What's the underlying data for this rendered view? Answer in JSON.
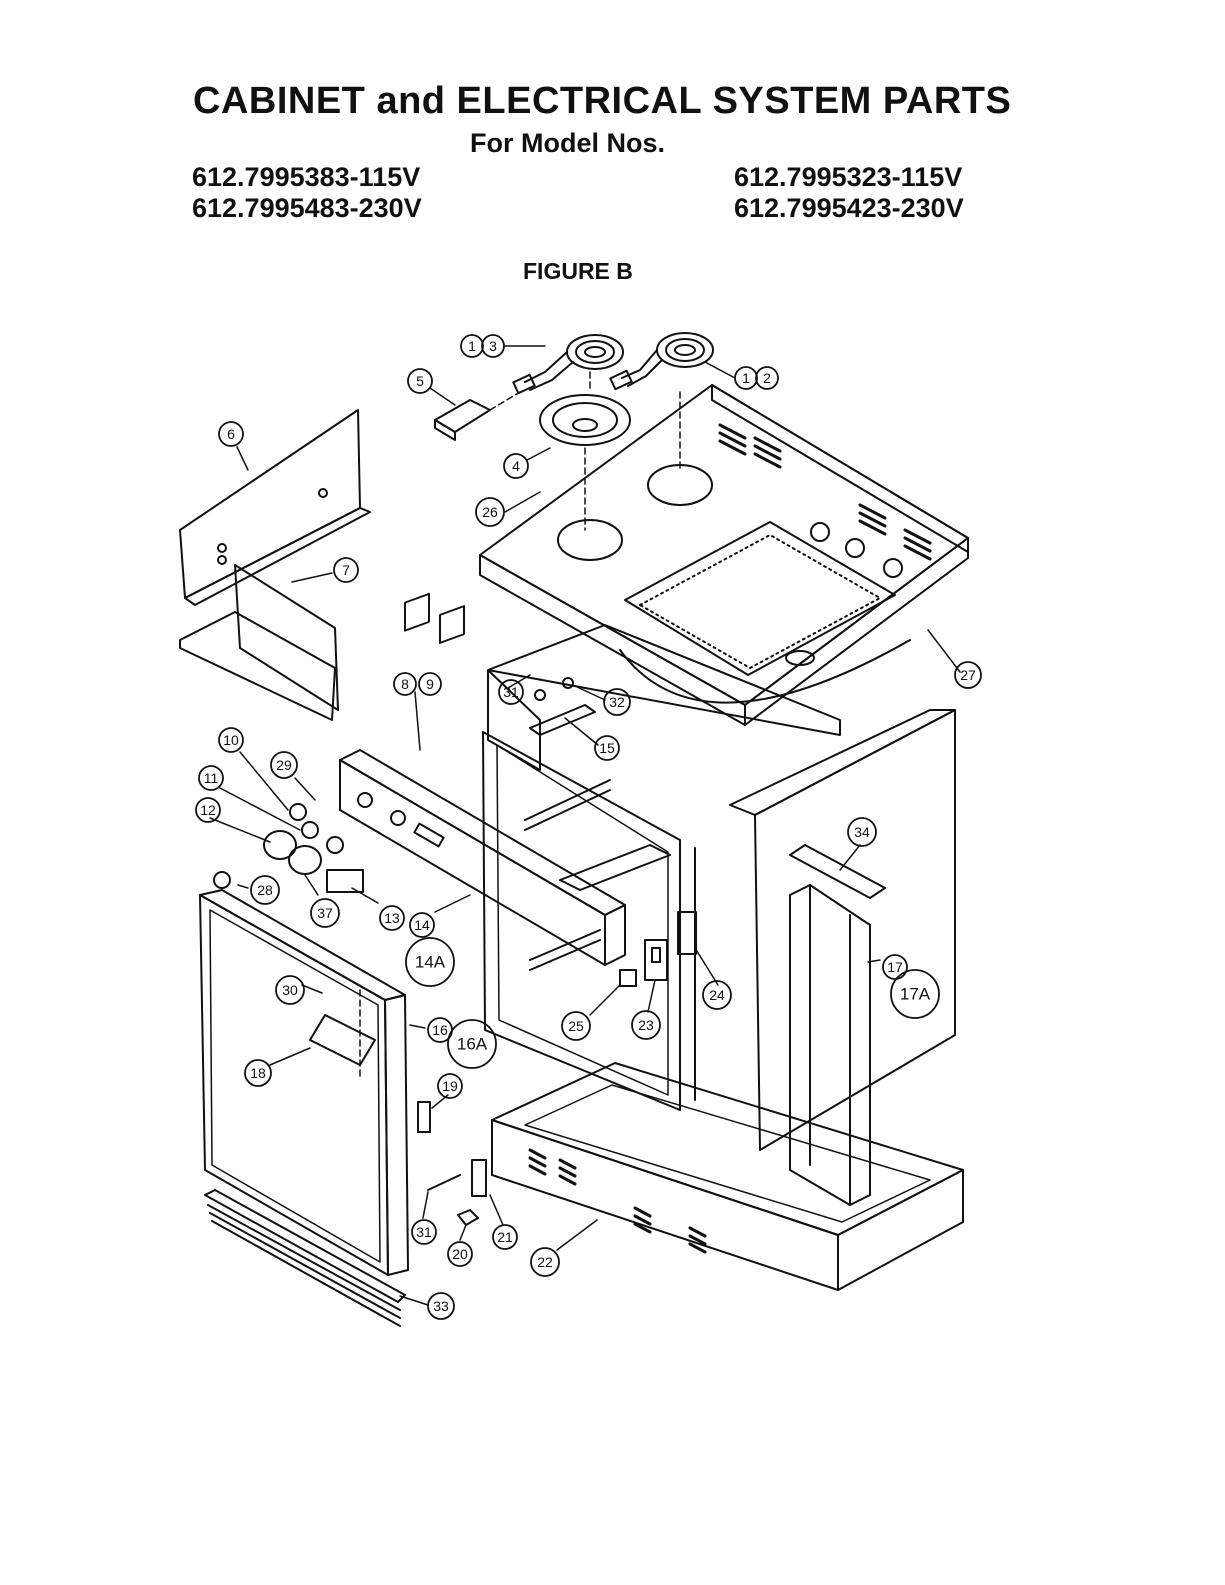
{
  "header": {
    "title": "CABINET and ELECTRICAL SYSTEM PARTS",
    "subtitle": "For Model Nos.",
    "models_left": [
      "612.7995383-115V",
      "612.7995483-230V"
    ],
    "models_right": [
      "612.7995323-115V",
      "612.7995423-230V"
    ],
    "figure_label": "FIGURE B"
  },
  "callouts": {
    "c1a": "1",
    "c3": "3",
    "c1b": "1",
    "c2": "2",
    "c5": "5",
    "c4": "4",
    "c6": "6",
    "c7": "7",
    "c26": "26",
    "c27": "27",
    "c8": "8",
    "c9": "9",
    "c31a": "31",
    "c32": "32",
    "c15": "15",
    "c10": "10",
    "c29": "29",
    "c11": "11",
    "c12": "12",
    "c34": "34",
    "c28": "28",
    "c37": "37",
    "c13": "13",
    "c14": "14",
    "c14a": "14A",
    "c24": "24",
    "c17": "17",
    "c17a": "17A",
    "c30": "30",
    "c25": "25",
    "c23": "23",
    "c16": "16",
    "c16a": "16A",
    "c18": "18",
    "c19": "19",
    "c31b": "31",
    "c21": "21",
    "c20": "20",
    "c22": "22",
    "c33": "33"
  }
}
